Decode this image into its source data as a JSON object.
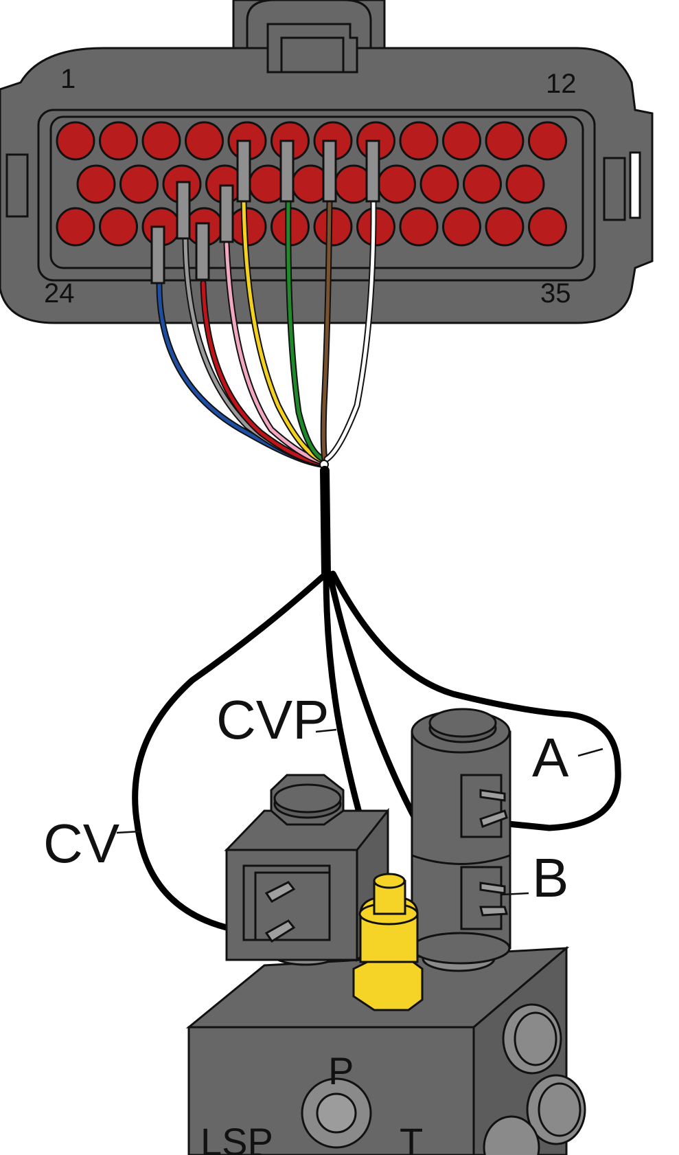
{
  "connector": {
    "pin_labels": {
      "top_left": "1",
      "top_right": "12",
      "bottom_left": "24",
      "bottom_right": "35"
    },
    "row_counts": [
      12,
      11,
      12
    ],
    "colors": {
      "housing": "#676767",
      "cavity": "#b81c1c",
      "terminal": "#8f8f8f"
    }
  },
  "wires": [
    {
      "color_name": "blue",
      "hex": "#1f4fa3"
    },
    {
      "color_name": "gray",
      "hex": "#9a9a9a"
    },
    {
      "color_name": "red",
      "hex": "#c0141a"
    },
    {
      "color_name": "pink",
      "hex": "#f2a7c3"
    },
    {
      "color_name": "yellow",
      "hex": "#f4d21f"
    },
    {
      "color_name": "green",
      "hex": "#1e8a2a"
    },
    {
      "color_name": "brown",
      "hex": "#7a5230"
    },
    {
      "color_name": "white",
      "hex": "#ffffff"
    }
  ],
  "harness_labels": {
    "cvp": "CVP",
    "cv": "CV",
    "a": "A",
    "b": "B"
  },
  "valve_block": {
    "port_labels": {
      "p": "P",
      "lsp": "LSP",
      "t": "T"
    },
    "colors": {
      "body": "#666666",
      "sensor": "#f5d327"
    }
  }
}
